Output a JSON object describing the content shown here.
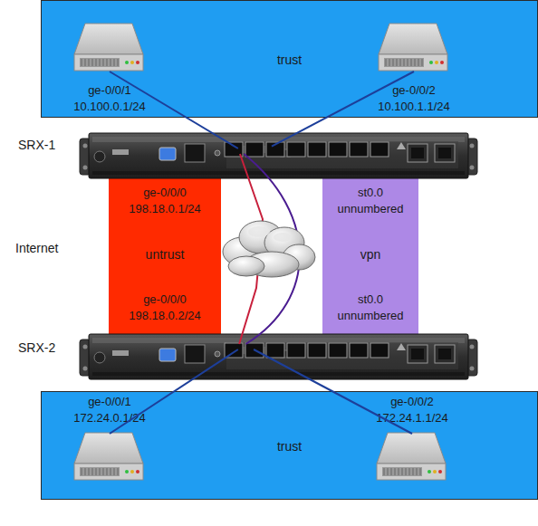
{
  "diagram": {
    "nodes": [
      {
        "text": [
          "trust"
        ]
      },
      {
        "text": [
          "ge-0/0/1 10.100.0.1/24"
        ],
        "in": 0
      },
      {
        "text": [
          "ge-0/0/2 10.100.1.1/24"
        ],
        "in": 0
      },
      {
        "text": [
          "SRX-1"
        ]
      },
      {
        "text": [
          "ge-0/0/0 198.18.0.1/24",
          "untrust",
          "ge-0/0/0 198.18.0.2/24"
        ]
      },
      {
        "text": [
          "st0.0 unnumbered",
          "vpn",
          "st0.0 unnumbered"
        ]
      },
      {
        "text": [
          "SRX-2"
        ]
      },
      {
        "text": [
          "trust"
        ]
      },
      {
        "text": [
          "ge-0/0/1 172.24.0.1/24"
        ],
        "in": 7
      },
      {
        "text": [
          "ge-0/0/2 172.24.1.1/24"
        ],
        "in": 7
      }
    ],
    "edges": [
      {
        "from": 1,
        "to": 3,
        "arrow": "none"
      },
      {
        "from": 2,
        "to": 3,
        "arrow": "none"
      },
      {
        "from": 3,
        "to": 6,
        "arrow": "none"
      },
      {
        "from": 3,
        "to": 6,
        "arrow": "none"
      },
      {
        "from": 8,
        "to": 6,
        "arrow": "none"
      },
      {
        "from": 9,
        "to": 6,
        "arrow": "none"
      }
    ],
    "labels": [
      "Internet"
    ]
  }
}
